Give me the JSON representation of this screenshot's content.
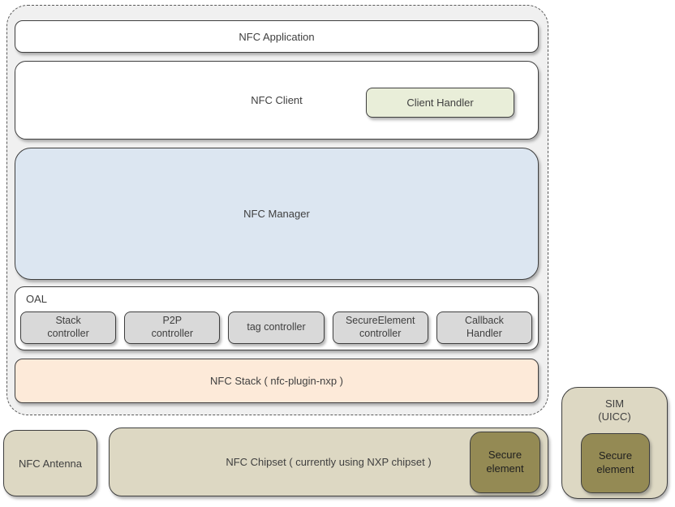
{
  "colors": {
    "frame_fill": "#f0f0f0",
    "frame_border": "#595959",
    "box_border": "#3f3f3f",
    "white_box": "#ffffff",
    "manager_blue": "#dce6f1",
    "stack_peach": "#fdead9",
    "handler_green": "#e9eed9",
    "controller_gray": "#d9d9d9",
    "hardware_tan": "#ddd8c3",
    "secure_olive": "#948a54",
    "text": "#3f3f3f"
  },
  "stack": {
    "application": "NFC Application",
    "client": {
      "label": "NFC Client",
      "handler": "Client Handler"
    },
    "manager": "NFC Manager",
    "oal": {
      "label": "OAL",
      "controllers": [
        {
          "name": "stack-controller",
          "lines": [
            "Stack",
            "controller"
          ]
        },
        {
          "name": "p2p-controller",
          "lines": [
            "P2P",
            "controller"
          ]
        },
        {
          "name": "tag-controller",
          "lines": [
            "tag controller"
          ]
        },
        {
          "name": "secureelement-controller",
          "lines": [
            "SecureElement",
            "controller"
          ]
        },
        {
          "name": "callback-handler",
          "lines": [
            "Callback",
            "Handler"
          ]
        }
      ]
    },
    "nfc_stack": "NFC Stack ( nfc-plugin-nxp )"
  },
  "hardware": {
    "antenna": "NFC Antenna",
    "chipset": {
      "label": "NFC Chipset ( currently using NXP chipset )",
      "secure_element": {
        "lines": [
          "Secure",
          "element"
        ]
      }
    },
    "sim": {
      "lines": [
        "SIM",
        "(UICC)"
      ],
      "secure_element": {
        "lines": [
          "Secure",
          "element"
        ]
      }
    }
  }
}
